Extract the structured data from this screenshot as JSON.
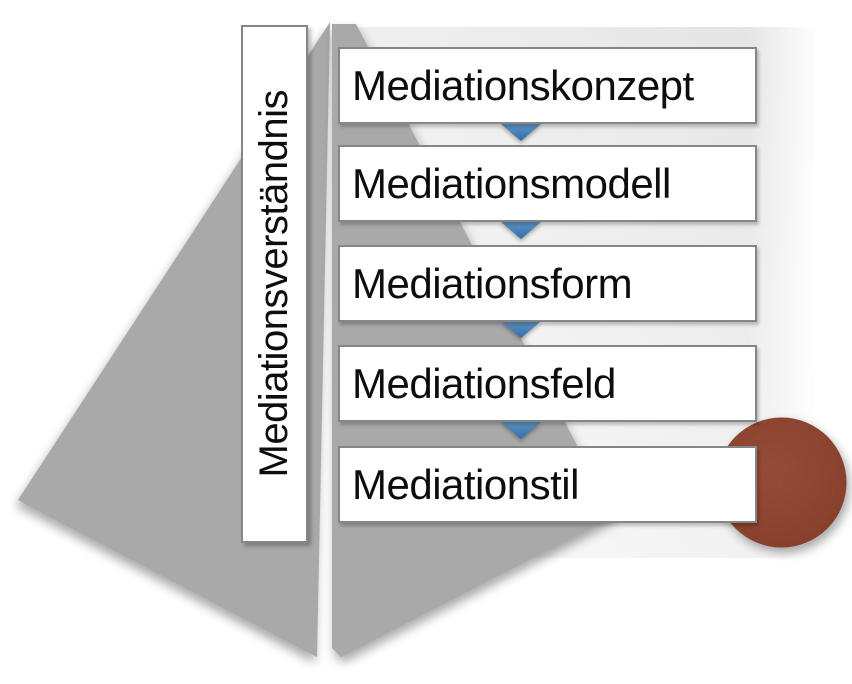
{
  "diagram": {
    "vertical_label": "Mediationsverständnis",
    "levels": [
      "Mediationskonzept",
      "Mediationsmodell",
      "Mediationsform",
      "Mediationsfeld",
      "Mediationstil"
    ]
  },
  "colors": {
    "funnel_gray": "#a9a9a9",
    "arrow_blue_light": "#5e96c6",
    "arrow_blue_dark": "#2f6da8",
    "circle_red": "#a85138",
    "box_border": "#868686",
    "box_bg": "#ffffff",
    "text_color": "#0d0d0d",
    "panel_dark": "#e3e3e3",
    "panel_light": "#f6f6f6"
  }
}
